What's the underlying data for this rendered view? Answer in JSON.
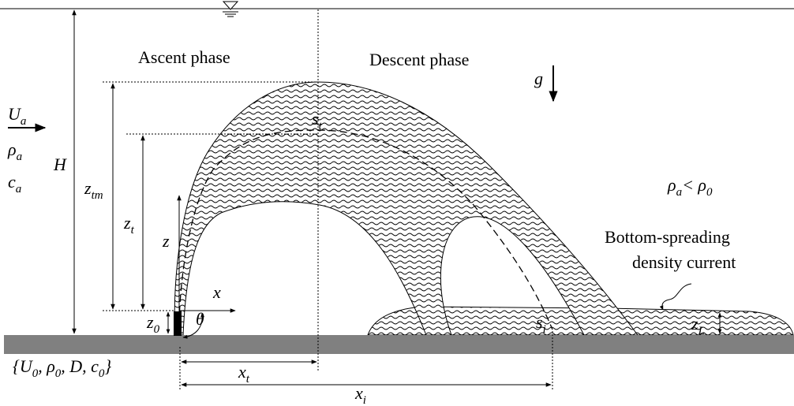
{
  "labels": {
    "ascent_phase": "Ascent phase",
    "descent_phase": "Descent phase",
    "gravity": "g",
    "crossflow_velocity": {
      "main": "U",
      "sub": "a"
    },
    "ambient_density": {
      "main": "ρ",
      "sub": "a"
    },
    "ambient_concentration": {
      "main": "c",
      "sub": "a"
    },
    "depth": "H",
    "max_height": {
      "main": "z",
      "sub": "tm"
    },
    "terminal_height": {
      "main": "z",
      "sub": "t"
    },
    "z_axis": "z",
    "x_axis": "x",
    "angle": "θ",
    "nozzle_height": {
      "main": "z",
      "sub": "0"
    },
    "density_condition": {
      "lhs_main": "ρ",
      "lhs_sub": "a",
      "op": "< ",
      "rhs_main": "ρ",
      "rhs_sub": "0"
    },
    "current_label_line1": "Bottom-spreading",
    "current_label_line2": "density current",
    "current_thickness": {
      "main": "z",
      "sub": "L"
    },
    "terminal_point": {
      "main": "s",
      "sub": "t"
    },
    "impact_point": {
      "main": "s",
      "sub": "i"
    },
    "terminal_distance": {
      "main": "x",
      "sub": "t"
    },
    "impact_distance": {
      "main": "x",
      "sub": "i"
    },
    "source_parameters": {
      "open": "{",
      "u_main": "U",
      "u_sub": "0",
      "sep1": ", ",
      "rho_main": "ρ",
      "rho_sub": "0",
      "sep2": ", ",
      "d": "D",
      "sep3": ", ",
      "c_main": "c",
      "c_sub": "0",
      "close": "}"
    }
  },
  "colors": {
    "ground": "#808080",
    "line": "#000000",
    "plume_hatch": "#000000",
    "background": "#ffffff"
  },
  "icons": [
    "water-surface-icon",
    "gravity-arrow-icon",
    "current-arrow-icon"
  ]
}
